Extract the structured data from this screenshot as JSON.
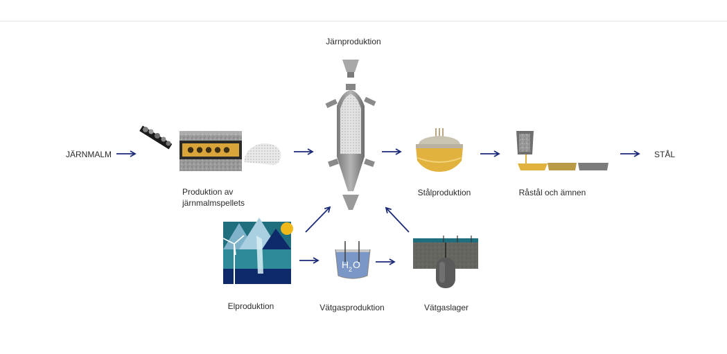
{
  "diagram": {
    "labels": {
      "iron_ore": "JÄRNMALM",
      "steel": "STÅL",
      "iron_production": "Järnproduktion",
      "pellet_production_line1": "Produktion av",
      "pellet_production_line2": "järnmalmspellets",
      "steel_production": "Stålproduktion",
      "crude_steel": "Råstål och ämnen",
      "power_production": "Elproduktion",
      "hydrogen_production": "Vätgasproduktion",
      "hydrogen_storage": "Vätgaslager",
      "h2o_h": "H",
      "h2o_2": "2",
      "h2o_o": "O"
    },
    "icons": [
      "conveyor-pellets-icon",
      "pellet-furnace-icon",
      "pellet-pile-icon",
      "shaft-furnace-icon",
      "arc-furnace-icon",
      "steel-slabs-icon",
      "renewable-power-icon",
      "electrolyser-icon",
      "hydrogen-storage-icon",
      "arrow-icon"
    ],
    "colors": {
      "arrow": "#1b2a78",
      "gold": "#e2b23f",
      "dark_blue": "#0f2a6b",
      "teal": "#1f6f7e",
      "sun": "#f1b81a",
      "furnace_grey": "#8f8f8f"
    }
  }
}
